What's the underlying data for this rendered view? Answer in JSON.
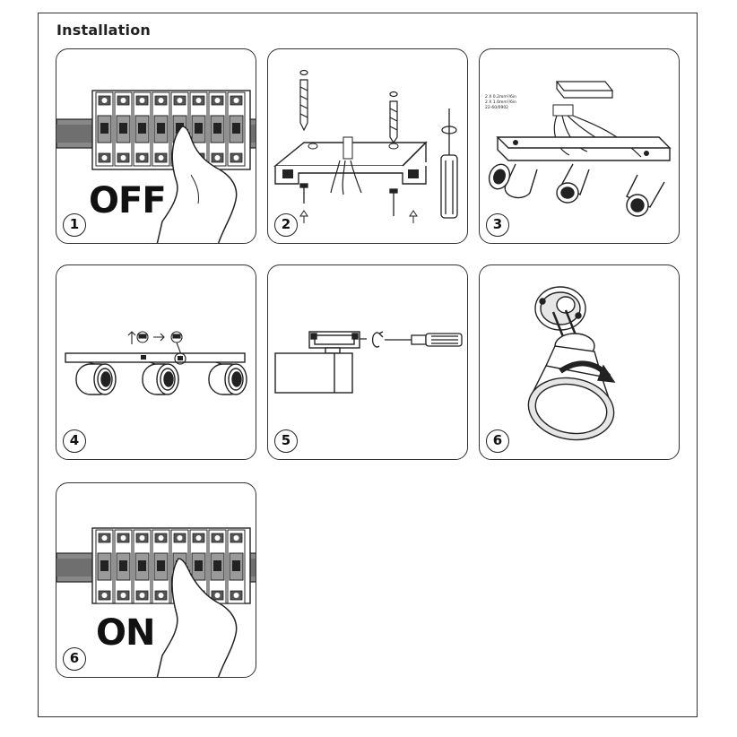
{
  "page": {
    "title": "Installation"
  },
  "steps": [
    {
      "number": "1",
      "word": "OFF"
    },
    {
      "number": "2"
    },
    {
      "number": "3",
      "wire_labels": [
        "2 X 0.2mm²/6in",
        "2 X 1.0mm²/6in",
        "22-60/0902"
      ]
    },
    {
      "number": "4"
    },
    {
      "number": "5"
    },
    {
      "number": "6"
    },
    {
      "number": "6",
      "word": "ON"
    }
  ],
  "colors": {
    "line": "#222222",
    "fill_dark": "#555555",
    "fill_mid": "#9a9a9a",
    "fill_light": "#e6e6e6"
  }
}
